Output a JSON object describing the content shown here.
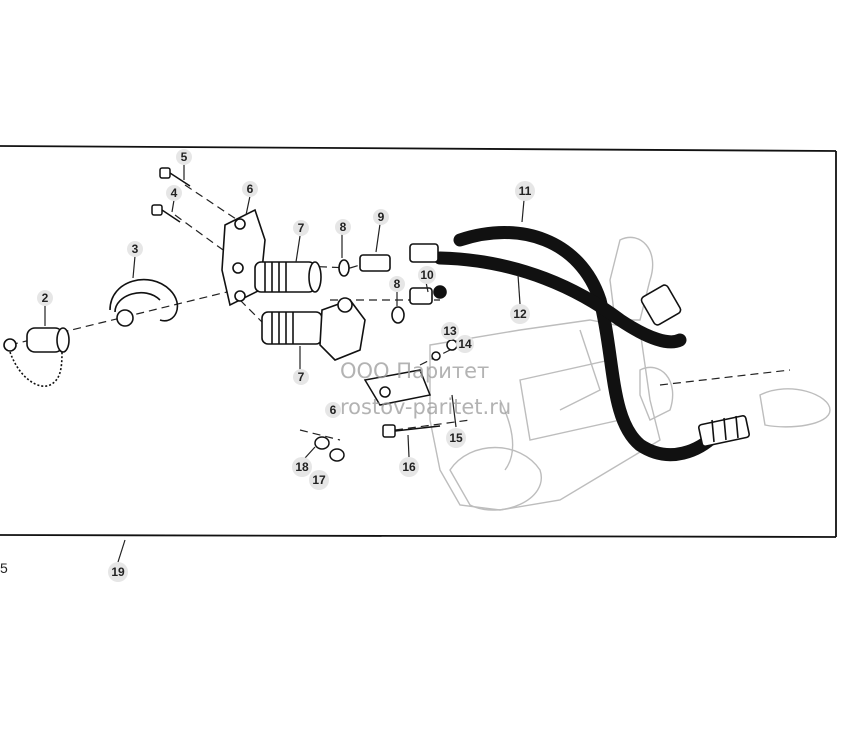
{
  "diagram": {
    "callouts": [
      {
        "id": "c5",
        "label": "5"
      },
      {
        "id": "c4",
        "label": "4"
      },
      {
        "id": "c6",
        "label": "6"
      },
      {
        "id": "c3",
        "label": "3"
      },
      {
        "id": "c2",
        "label": "2"
      },
      {
        "id": "c7a",
        "label": "7"
      },
      {
        "id": "c8a",
        "label": "8"
      },
      {
        "id": "c9",
        "label": "9"
      },
      {
        "id": "c10",
        "label": "10"
      },
      {
        "id": "c8b",
        "label": "8"
      },
      {
        "id": "c11",
        "label": "11"
      },
      {
        "id": "c12",
        "label": "12"
      },
      {
        "id": "c13",
        "label": "13"
      },
      {
        "id": "c14",
        "label": "14"
      },
      {
        "id": "c7b",
        "label": "7"
      },
      {
        "id": "c6b",
        "label": "6"
      },
      {
        "id": "c15",
        "label": "15"
      },
      {
        "id": "c16",
        "label": "16"
      },
      {
        "id": "c18",
        "label": "18"
      },
      {
        "id": "c17",
        "label": "17"
      },
      {
        "id": "c19",
        "label": "19"
      }
    ],
    "side_label": "5"
  },
  "watermark": {
    "line1": "ООО Паритет",
    "line2": "rostov-paritet.ru"
  }
}
